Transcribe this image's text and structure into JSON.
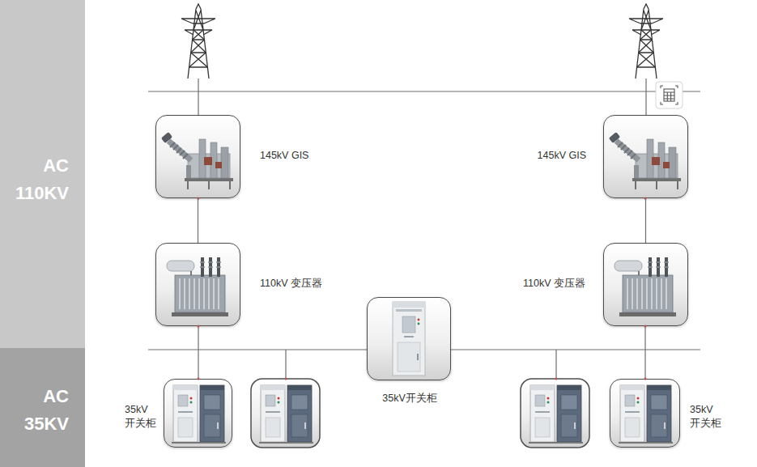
{
  "diagram": {
    "nodes": [
      {
        "text": [
          "AC 110KV"
        ]
      },
      {
        "text": [
          "145kV GIS"
        ]
      },
      {
        "text": [
          "145kV GIS"
        ]
      },
      {
        "text": [
          "110kV 变压器"
        ]
      },
      {
        "text": [
          "110kV 变压器"
        ]
      },
      {
        "text": [
          "35kV开关柜"
        ]
      },
      {
        "text": [
          "AC 35KV"
        ]
      },
      {
        "text": [
          "35kV 开关柜"
        ]
      },
      {
        "text": [
          "35kV 开关柜"
        ]
      }
    ],
    "edges": [
      {
        "from": 1,
        "to": 3,
        "arrow": "none"
      },
      {
        "from": 2,
        "to": 4,
        "arrow": "none"
      }
    ]
  }
}
